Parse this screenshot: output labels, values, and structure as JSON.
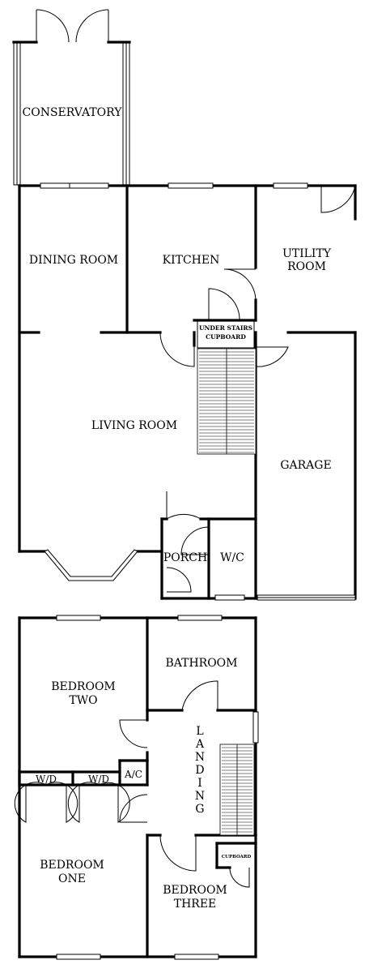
{
  "ground_floor": {
    "rooms": {
      "conservatory": "CONSERVATORY",
      "dining_room": "DINING ROOM",
      "kitchen": "KITCHEN",
      "utility_room_line1": "UTILITY",
      "utility_room_line2": "ROOM",
      "under_stairs_line1": "UNDER STAIRS",
      "under_stairs_line2": "CUPBOARD",
      "living_room": "LIVING ROOM",
      "garage": "GARAGE",
      "porch": "PORCH",
      "wc": "W/C"
    }
  },
  "first_floor": {
    "rooms": {
      "bathroom": "BATHROOM",
      "bedroom_two_line1": "BEDROOM",
      "bedroom_two_line2": "TWO",
      "landing_letters": [
        "L",
        "A",
        "N",
        "D",
        "I",
        "N",
        "G"
      ],
      "airing_cupboard": "A/C",
      "wardrobe_1": "W/D",
      "wardrobe_2": "W/D",
      "bedroom_one_line1": "BEDROOM",
      "bedroom_one_line2": "ONE",
      "cupboard": "CUPBOARD",
      "bedroom_three_line1": "BEDROOM",
      "bedroom_three_line2": "THREE"
    }
  }
}
